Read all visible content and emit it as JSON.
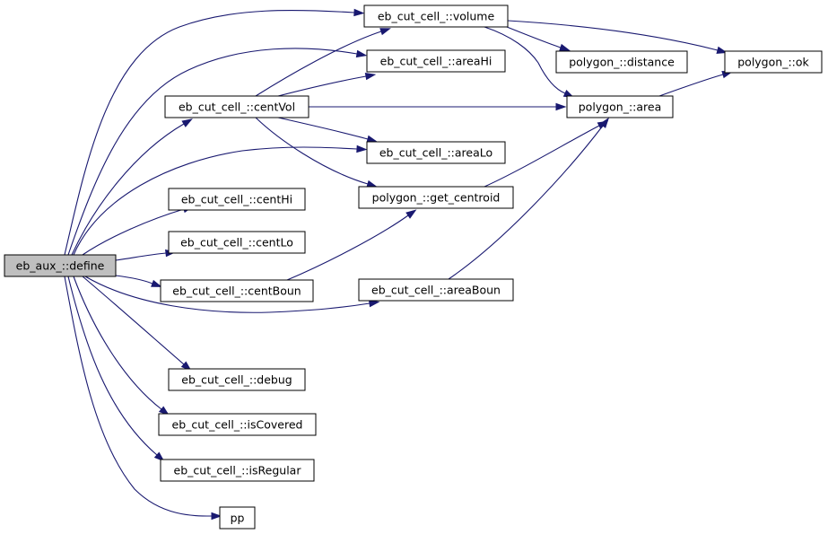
{
  "colors": {
    "edge": "#191970",
    "node_fill": "#ffffff",
    "root_fill": "#bfbfbf",
    "border": "#000000"
  },
  "nodes": [
    {
      "id": "define",
      "label": "eb_aux_::define",
      "highlighted": true
    },
    {
      "id": "volume",
      "label": "eb_cut_cell_::volume"
    },
    {
      "id": "areaHi",
      "label": "eb_cut_cell_::areaHi"
    },
    {
      "id": "centVol",
      "label": "eb_cut_cell_::centVol"
    },
    {
      "id": "areaLo",
      "label": "eb_cut_cell_::areaLo"
    },
    {
      "id": "get_centroid",
      "label": "polygon_::get_centroid"
    },
    {
      "id": "centHi",
      "label": "eb_cut_cell_::centHi"
    },
    {
      "id": "centLo",
      "label": "eb_cut_cell_::centLo"
    },
    {
      "id": "centBoun",
      "label": "eb_cut_cell_::centBoun"
    },
    {
      "id": "areaBoun",
      "label": "eb_cut_cell_::areaBoun"
    },
    {
      "id": "debug",
      "label": "eb_cut_cell_::debug"
    },
    {
      "id": "isCovered",
      "label": "eb_cut_cell_::isCovered"
    },
    {
      "id": "isRegular",
      "label": "eb_cut_cell_::isRegular"
    },
    {
      "id": "pp",
      "label": "pp"
    },
    {
      "id": "distance",
      "label": "polygon_::distance"
    },
    {
      "id": "area",
      "label": "polygon_::area"
    },
    {
      "id": "ok",
      "label": "polygon_::ok"
    }
  ],
  "edges": [
    {
      "from": "define",
      "to": "volume"
    },
    {
      "from": "define",
      "to": "areaHi"
    },
    {
      "from": "define",
      "to": "centVol"
    },
    {
      "from": "define",
      "to": "areaLo"
    },
    {
      "from": "define",
      "to": "centHi"
    },
    {
      "from": "define",
      "to": "centLo"
    },
    {
      "from": "define",
      "to": "centBoun"
    },
    {
      "from": "define",
      "to": "areaBoun"
    },
    {
      "from": "define",
      "to": "debug"
    },
    {
      "from": "define",
      "to": "isCovered"
    },
    {
      "from": "define",
      "to": "isRegular"
    },
    {
      "from": "define",
      "to": "pp"
    },
    {
      "from": "volume",
      "to": "distance"
    },
    {
      "from": "volume",
      "to": "ok"
    },
    {
      "from": "volume",
      "to": "area"
    },
    {
      "from": "centVol",
      "to": "volume"
    },
    {
      "from": "centVol",
      "to": "areaHi"
    },
    {
      "from": "centVol",
      "to": "area"
    },
    {
      "from": "centVol",
      "to": "areaLo"
    },
    {
      "from": "centVol",
      "to": "get_centroid"
    },
    {
      "from": "area",
      "to": "ok"
    },
    {
      "from": "get_centroid",
      "to": "area"
    },
    {
      "from": "centBoun",
      "to": "get_centroid"
    },
    {
      "from": "areaBoun",
      "to": "area"
    }
  ]
}
